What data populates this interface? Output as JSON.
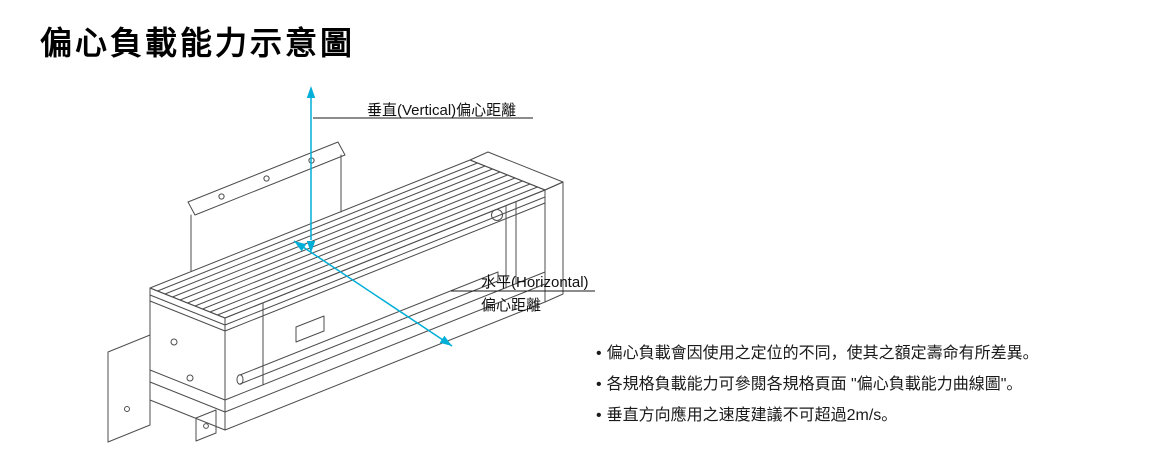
{
  "page": {
    "title": "偏心負載能力示意圖"
  },
  "diagram": {
    "vertical_label": "垂直(Vertical)偏心距離",
    "horizontal_label_line1": "水平(Horizontal)",
    "horizontal_label_line2": "偏心距離",
    "arrow_color": "#00AFD7",
    "line_color": "#4d4d4d",
    "leader_color": "#1a1a1a"
  },
  "notes": {
    "bullet": "•",
    "items": [
      "偏心負載會因使用之定位的不同，使其之額定壽命有所差異。",
      "各規格負載能力可參閱各規格頁面 \"偏心負載能力曲線圖\"。",
      "垂直方向應用之速度建議不可超過2m/s。"
    ]
  }
}
